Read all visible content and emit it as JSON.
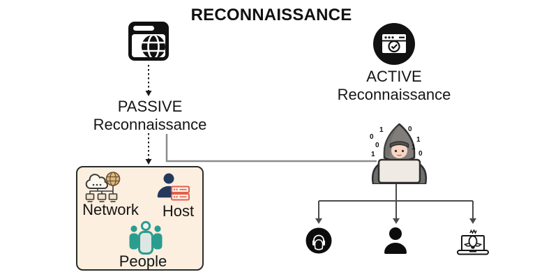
{
  "title": "RECONNAISSANCE",
  "passive_branch": {
    "icon": "browser-globe-icon",
    "label_line1": "PASSIVE",
    "label_line2": "Reconnaissance",
    "targets_box": {
      "background": "#fcefdf",
      "border_color": "#2b2b2b",
      "items": [
        {
          "icon": "network-cloud-icon",
          "label": "Network"
        },
        {
          "icon": "host-server-icon",
          "label": "Host"
        },
        {
          "icon": "people-group-icon",
          "label": "People"
        }
      ]
    }
  },
  "active_branch": {
    "icon": "browser-check-icon",
    "label_line1": "ACTIVE",
    "label_line2": "Reconnaissance",
    "hacker": {
      "icon": "hooded-hacker-laptop-icon",
      "digits_left": [
        "1",
        "0",
        "0",
        "1"
      ],
      "digits_right": [
        "0",
        "1",
        "1",
        "0"
      ]
    },
    "target_icons": [
      {
        "icon": "headset-person-icon"
      },
      {
        "icon": "person-silhouette-icon"
      },
      {
        "icon": "spy-laptop-icon"
      }
    ]
  },
  "colors": {
    "ink": "#111111",
    "box_fill": "#fcefdf",
    "box_border": "#2b2b2b",
    "connector_gray": "#8c8c8c",
    "connector_dark": "#4a4a4a",
    "accent_teal": "#2a9d8f",
    "accent_navy": "#25395c",
    "accent_red": "#e2604c",
    "accent_tan": "#dcb97e",
    "hood_gray": "#807d7b",
    "skin": "#f8d6c4"
  }
}
